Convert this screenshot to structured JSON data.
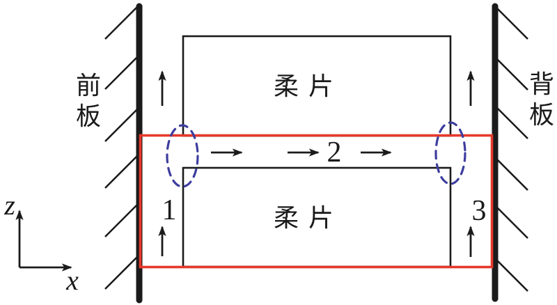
{
  "diagram": {
    "plates": {
      "front": {
        "name": "front-plate",
        "chars": [
          "前",
          "板"
        ]
      },
      "back": {
        "name": "back-plate",
        "chars": [
          "背",
          "板"
        ]
      }
    },
    "sheets": {
      "top_label": "柔片",
      "bottom_label": "柔片"
    },
    "zones": {
      "z1": "1",
      "z2": "2",
      "z3": "3"
    },
    "axes": {
      "vertical": "z",
      "horizontal": "x"
    },
    "colors": {
      "line_black": "#1b1b1b",
      "highlight_red": "#e6392b",
      "vortex_blue": "#3d3d9e"
    }
  }
}
